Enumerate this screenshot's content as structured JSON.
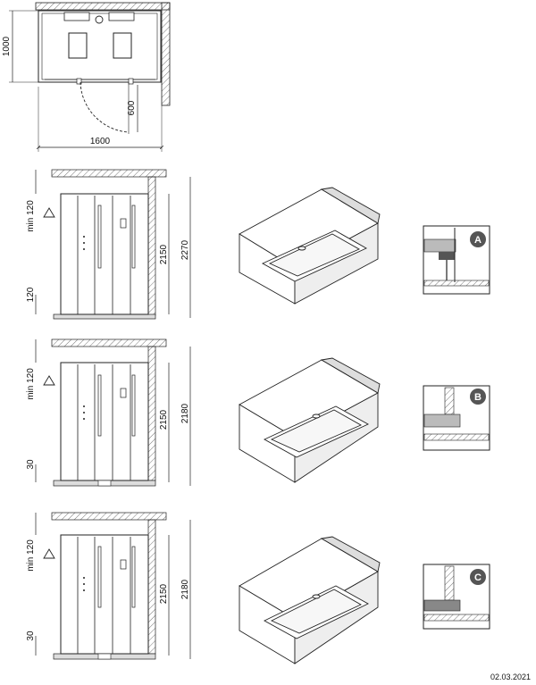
{
  "plan": {
    "width_label": "1600",
    "depth_label": "1000",
    "door_label": "600"
  },
  "rows": [
    {
      "height_label": "2150",
      "overall_label": "2270",
      "top_clearance_label": "min 120",
      "bottom_label": "120",
      "badge": "A"
    },
    {
      "height_label": "2150",
      "overall_label": "2180",
      "top_clearance_label": "min 120",
      "bottom_label": "30",
      "badge": "B"
    },
    {
      "height_label": "2150",
      "overall_label": "2180",
      "top_clearance_label": "min 120",
      "bottom_label": "30",
      "badge": "C"
    }
  ],
  "footer": {
    "date": "02.03.2021"
  }
}
